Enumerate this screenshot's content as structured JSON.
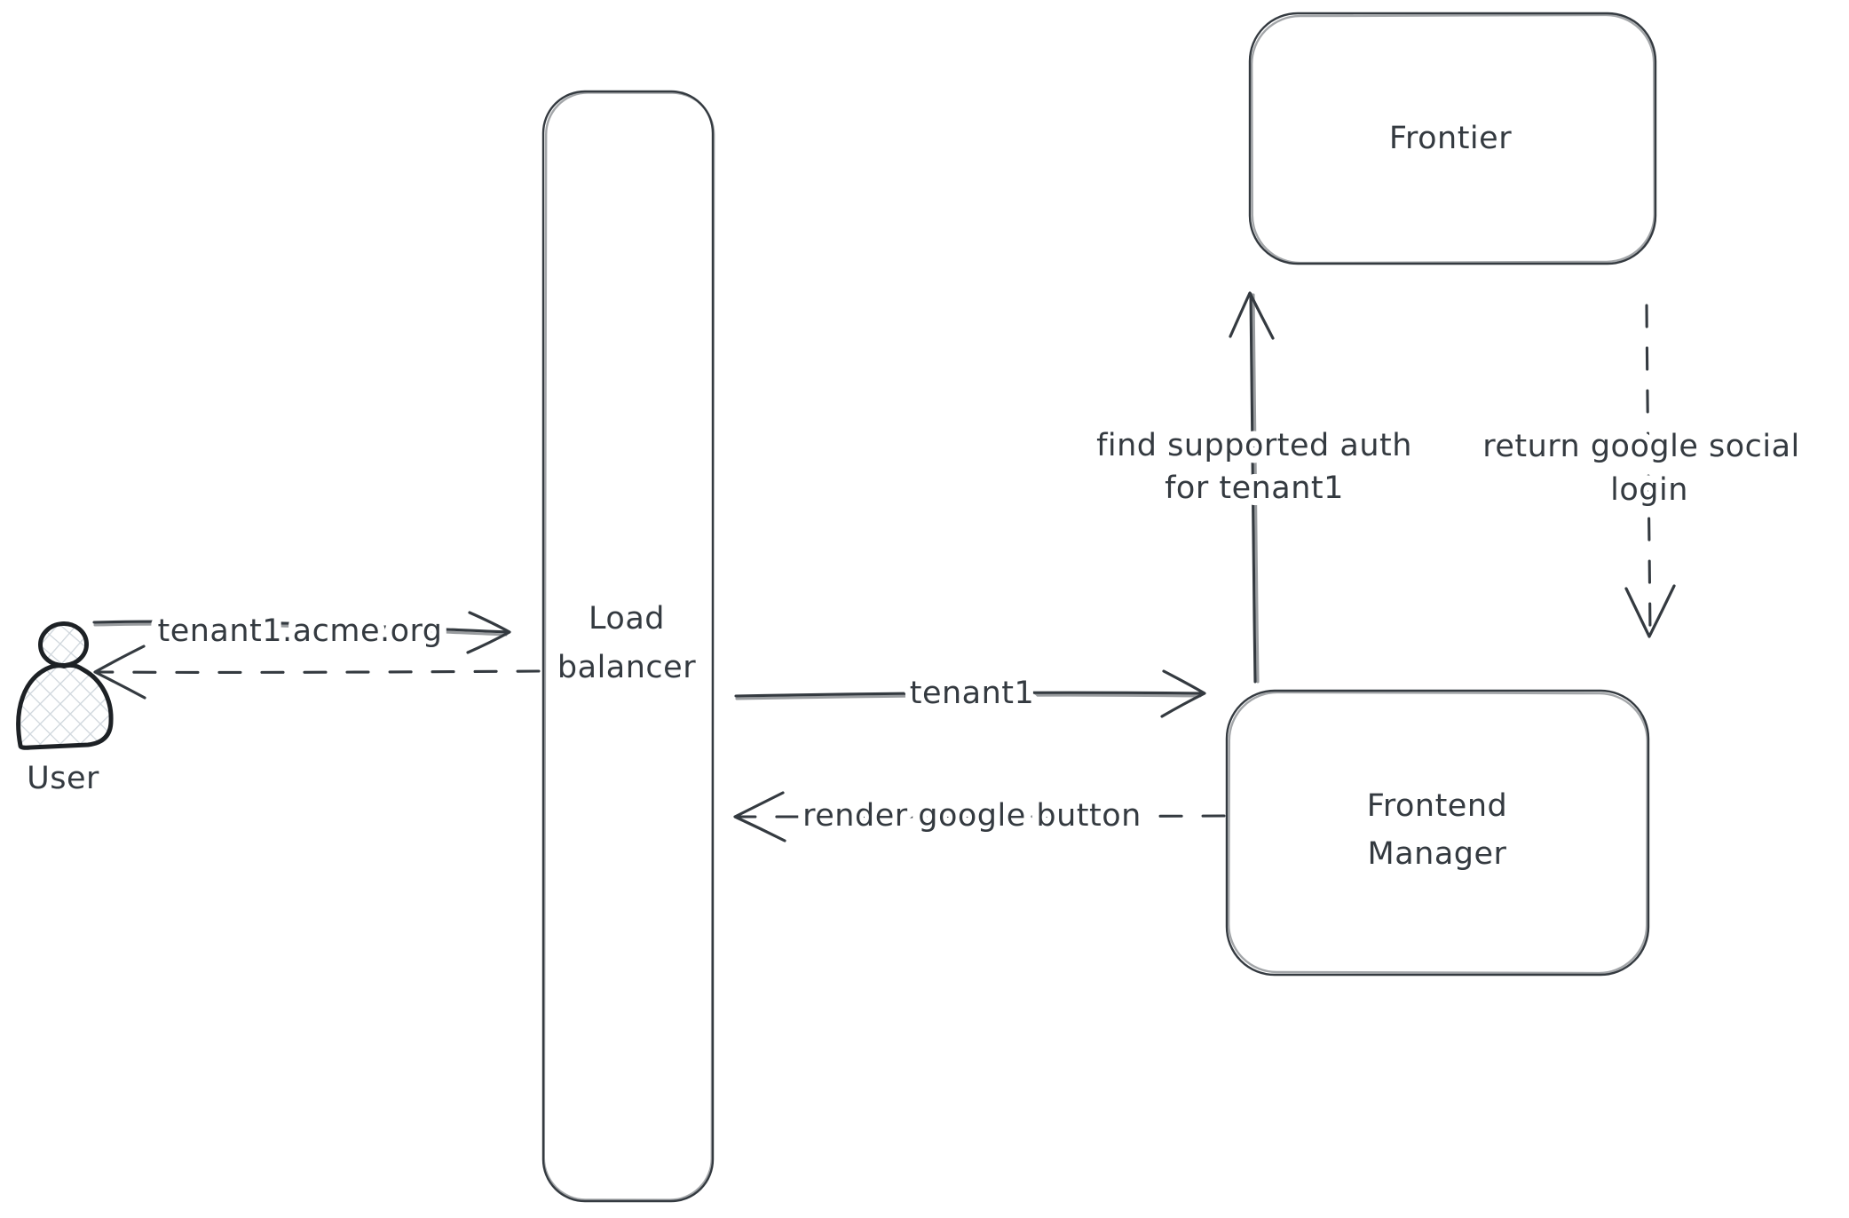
{
  "colors": {
    "stroke": "#343a40",
    "text": "#343a40",
    "user_outline": "#1d2125",
    "hatch_fill": "#cfd6dc",
    "background": "#ffffff"
  },
  "nodes": {
    "user": {
      "label": "User"
    },
    "load_balancer": {
      "line1": "Load",
      "line2": "balancer"
    },
    "frontier": {
      "label": "Frontier"
    },
    "frontend_manager": {
      "line1": "Frontend",
      "line2": "Manager"
    }
  },
  "edges": {
    "user_to_lb": {
      "label": "tenant1.acme.org"
    },
    "lb_to_fm": {
      "label": "tenant1"
    },
    "fm_to_lb": {
      "label": "render google button"
    },
    "fm_to_frontier": {
      "line1": "find supported auth",
      "line2": "for tenant1"
    },
    "frontier_to_fm": {
      "line1": "return google social",
      "line2": "login"
    }
  }
}
